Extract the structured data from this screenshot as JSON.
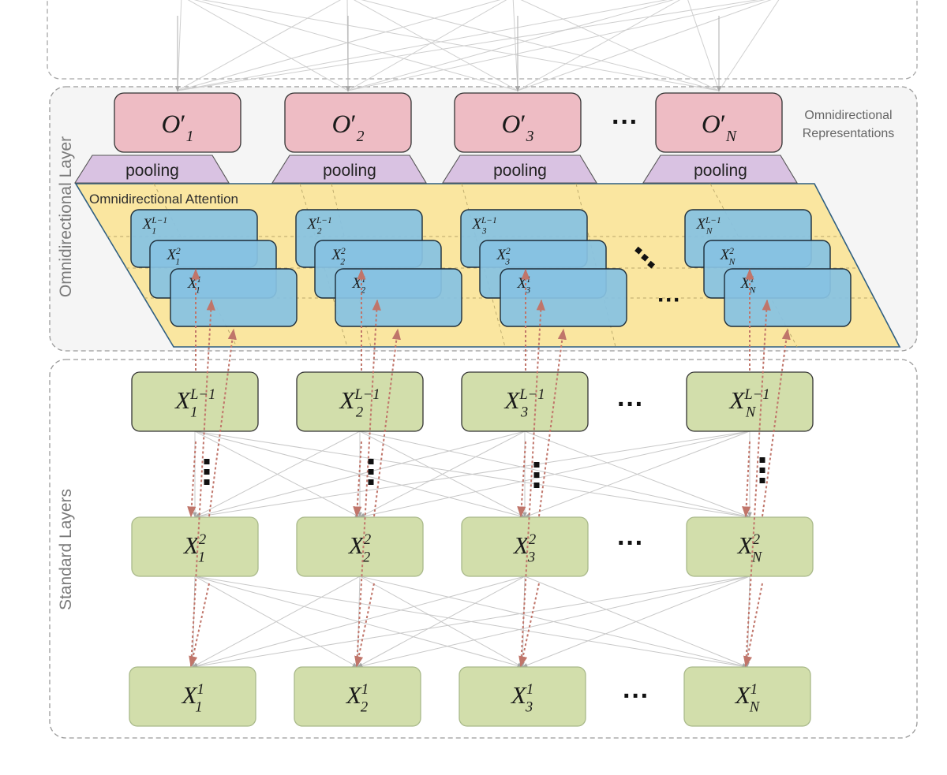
{
  "labels": {
    "omni_layer": "Omnidirectional Layer",
    "standard_layers": "Standard Layers",
    "omni_representations_line1": "Omnidirectional",
    "omni_representations_line2": "Representations",
    "omni_attention": "Omnidirectional Attention",
    "pooling": "pooling",
    "ellipsis": "···"
  },
  "columns": [
    {
      "index": "1"
    },
    {
      "index": "2"
    },
    {
      "index": "3"
    },
    {
      "index": "N"
    }
  ],
  "symbols": {
    "O": "O",
    "prime": "′",
    "X": "X",
    "layer_top": "L−1",
    "layer_mid": "2",
    "layer_bottom": "1"
  },
  "colors": {
    "output_fill": "#eebcc4",
    "pooling_fill": "#d9c2e2",
    "attention_plane": "#fae6a0",
    "attention_box": "#86c2e2",
    "standard_box": "#d2deab",
    "panel_fill": "#f5f5f5",
    "panel_border": "#9a9a9a",
    "connector": "#bdbdbd",
    "attention_arrow": "#c0756a",
    "text": "#1a1a1a",
    "label_text": "#7a7a7a"
  }
}
